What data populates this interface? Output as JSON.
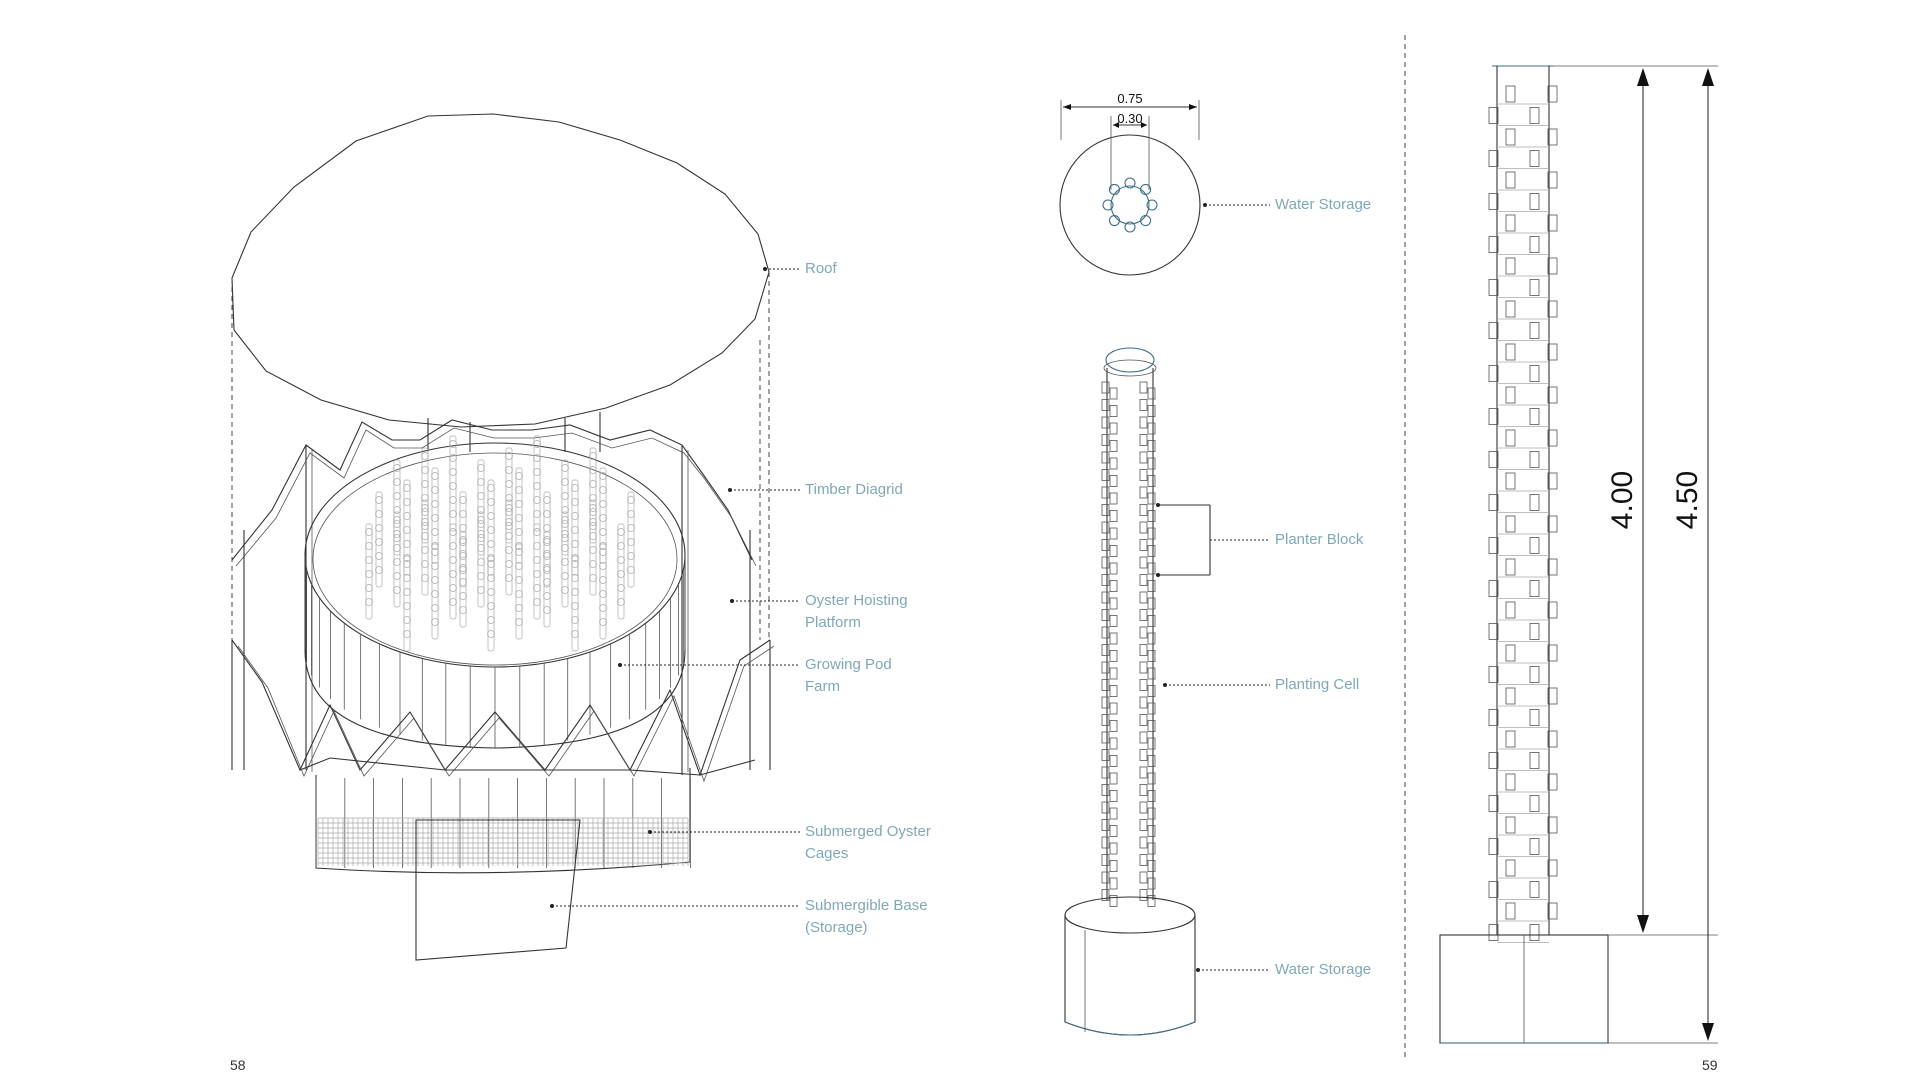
{
  "pages": {
    "left": "58",
    "right": "59"
  },
  "labels": {
    "roof": "Roof",
    "timber_diagrid": "Timber Diagrid",
    "oyster_hoisting_1": "Oyster Hoisting",
    "oyster_hoisting_2": "Platform",
    "growing_pod_1": "Growing Pod",
    "growing_pod_2": "Farm",
    "submerged_cages_1": "Submerged Oyster",
    "submerged_cages_2": "Cages",
    "submergible_base_1": "Submergible Base",
    "submergible_base_2": "(Storage)",
    "water_storage_top": "Water Storage",
    "planter_block": "Planter Block",
    "planting_cell": "Planting Cell",
    "water_storage_bottom": "Water Storage"
  },
  "dimensions": {
    "outer_diameter": "0.75",
    "inner_diameter": "0.30",
    "column_height": "4.00",
    "total_height": "4.50"
  },
  "colors": {
    "label": "#7fa8b6",
    "line": "#333333",
    "accent": "#3f6f86"
  }
}
